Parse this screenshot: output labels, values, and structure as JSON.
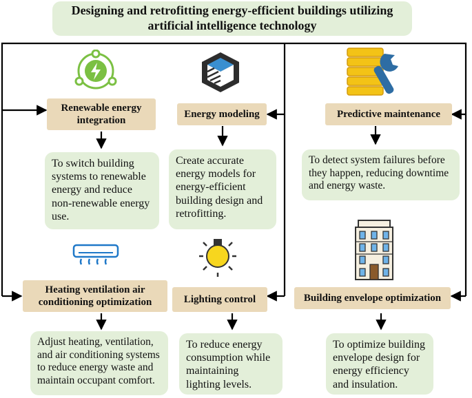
{
  "title": "Designing and retrofitting energy-efficient buildings utilizing artificial intelligence technology",
  "nodes": {
    "renewable": {
      "label": "Renewable energy integration",
      "icon": "renewable-energy-icon",
      "desc": "To switch building systems to renewable energy and reduce non-renewable energy use."
    },
    "modeling": {
      "label": "Energy modeling",
      "icon": "cube-model-icon",
      "desc": "Create accurate energy models for energy-efficient building design and retrofitting."
    },
    "maintenance": {
      "label": "Predictive maintenance",
      "icon": "server-wrench-icon",
      "desc": "To detect system failures before they happen, reducing downtime and energy waste."
    },
    "hvac": {
      "label": "Heating ventilation air conditioning optimization",
      "icon": "air-conditioner-icon",
      "desc": "Adjust heating, ventilation, and air conditioning systems to reduce energy waste and maintain occupant comfort."
    },
    "lighting": {
      "label": "Lighting control",
      "icon": "light-bulb-icon",
      "desc": "To reduce energy consumption while maintaining lighting levels."
    },
    "envelope": {
      "label": "Building envelope optimization",
      "icon": "building-icon",
      "desc": "To optimize building envelope design for energy efficiency and insulation."
    }
  },
  "colors": {
    "green_box": "#e3efd9",
    "tan_box": "#ead9b9",
    "lines": "#000000"
  }
}
